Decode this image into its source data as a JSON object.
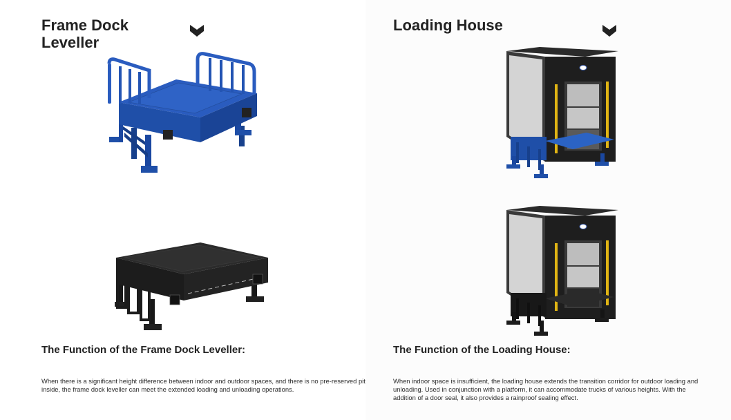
{
  "left": {
    "title_line1": "Frame Dock",
    "title_line2": "Leveller",
    "icon": "chevron-down-icon",
    "images": [
      "blue-frame-dock-leveller",
      "black-frame-dock-leveller"
    ],
    "function_heading": "The Function of the Frame Dock Leveller:",
    "function_text": "When there is a significant height difference between indoor and outdoor spaces, and there is no pre-reserved pit inside, the frame dock leveller can meet the extended loading and unloading operations."
  },
  "right": {
    "title": "Loading House",
    "icon": "chevron-down-icon",
    "images": [
      "loading-house-blue-base",
      "loading-house-black-base"
    ],
    "function_heading": "The Function of the Loading House:",
    "function_text": "When indoor space is insufficient, the loading house extends the transition corridor for outdoor loading and unloading. Used in conjunction with a platform, it can accommodate trucks of various heights. With the addition of a door seal, it also provides a rainproof sealing effect."
  },
  "colors": {
    "blue_body": "#1f4fa8",
    "black_body": "#1e1e1e",
    "panel_grey": "#d4d4d4",
    "accent_yellow": "#e0b414"
  }
}
